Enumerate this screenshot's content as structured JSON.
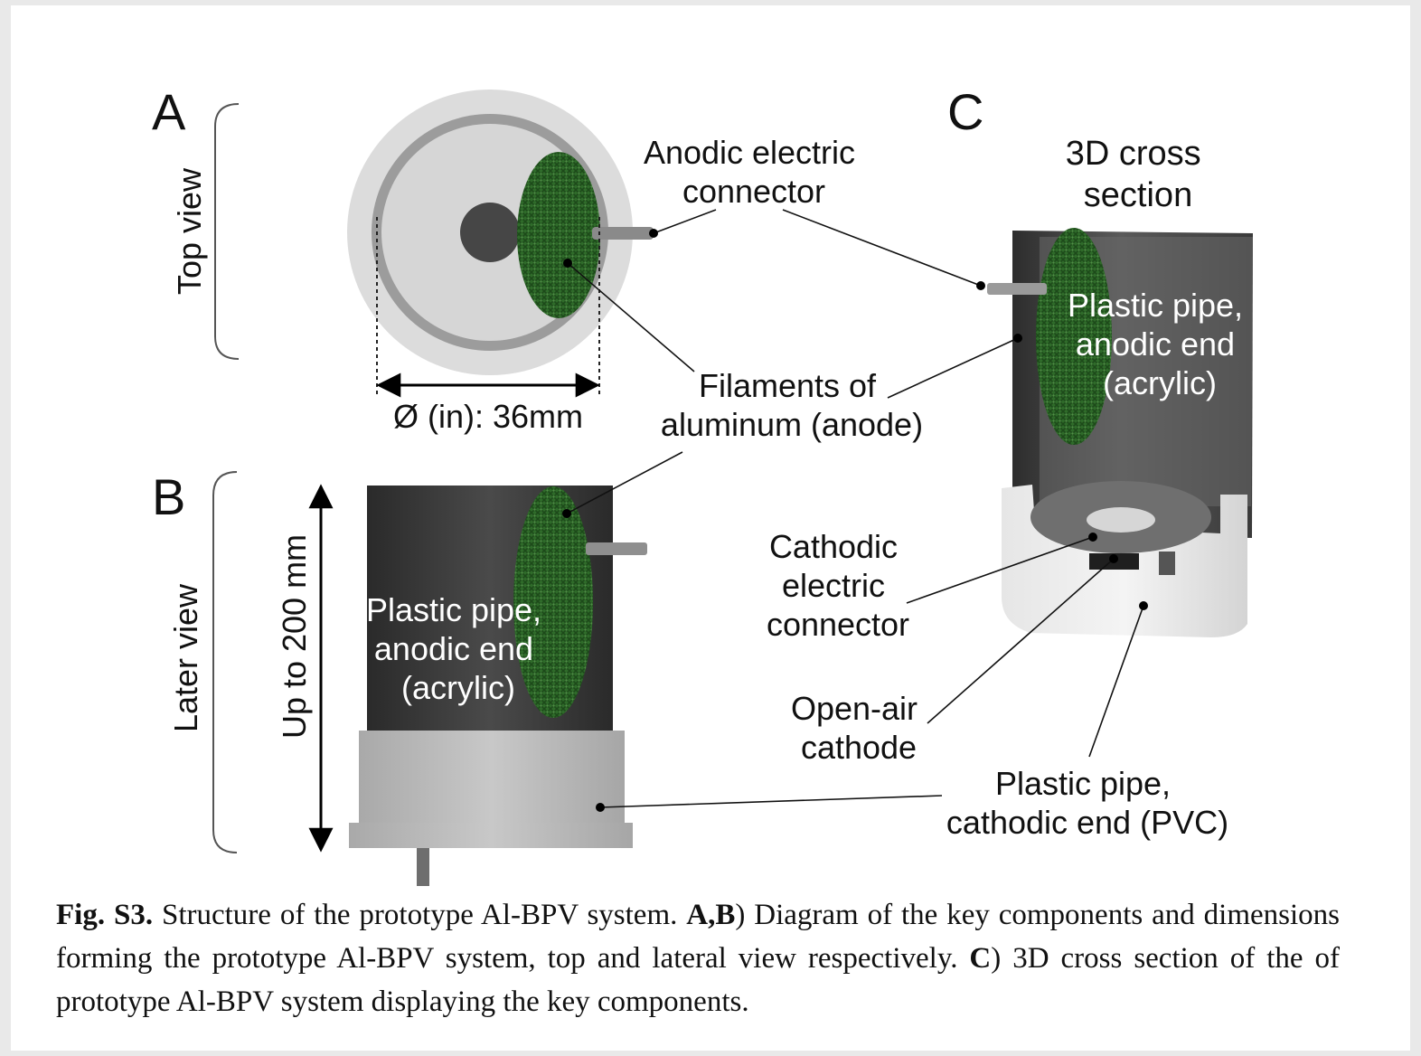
{
  "panel_letters": {
    "a": "A",
    "b": "B",
    "c": "C"
  },
  "side_labels": {
    "top_view": "Top view",
    "later_view": "Later view"
  },
  "dimensions": {
    "diameter": "Ø (in): 36mm",
    "height": "Up to 200 mm"
  },
  "callouts": {
    "anodic_connector": [
      "Anodic electric",
      "connector"
    ],
    "filaments": [
      "Filaments of",
      "aluminum (anode)"
    ],
    "cross_section": [
      "3D cross",
      "section"
    ],
    "plastic_anodic_b": [
      "Plastic pipe,",
      "anodic end",
      "(acrylic)"
    ],
    "plastic_anodic_c": [
      "Plastic pipe,",
      "anodic end",
      "(acrylic)"
    ],
    "cathodic_connector": [
      "Cathodic",
      "electric",
      "connector"
    ],
    "open_air_cathode": [
      "Open-air",
      "cathode"
    ],
    "plastic_cathodic": [
      "Plastic pipe,",
      "cathodic end (PVC)"
    ]
  },
  "caption": {
    "fig_label": "Fig. S3.",
    "part1": " Structure of the prototype Al-BPV system. ",
    "bold_ab": "A,B",
    "part2": ") Diagram of the key components and dimensions forming the prototype Al-BPV system, top and lateral view respectively. ",
    "bold_c": "C",
    "part3": ") 3D cross section of the of prototype Al-BPV system displaying the key components."
  }
}
